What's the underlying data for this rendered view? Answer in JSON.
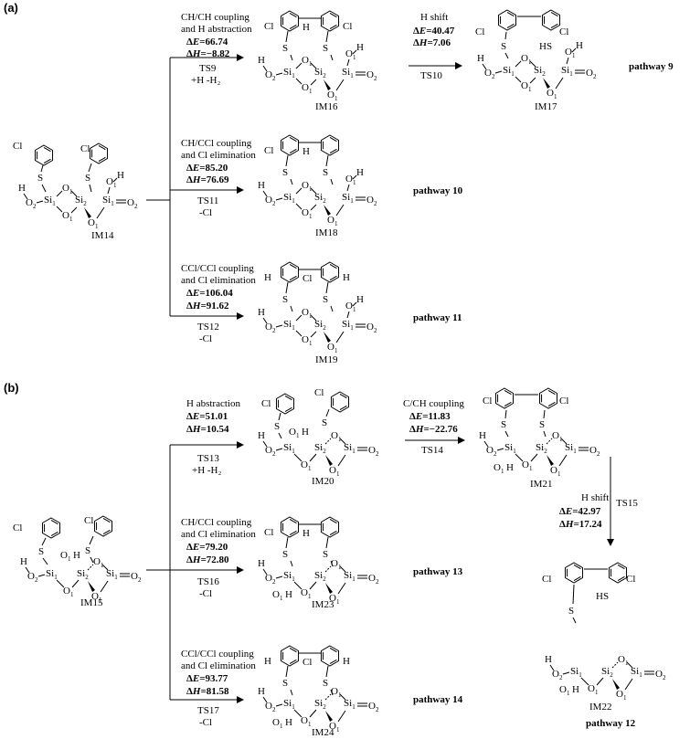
{
  "panels": {
    "a": "(a)",
    "b": "(b)"
  },
  "atoms": {
    "S": "S",
    "Cl": "Cl",
    "H": "H",
    "HS": "HS",
    "O": "O",
    "Si": "Si",
    "sub1": "1",
    "sub2": "2"
  },
  "a": {
    "start": "IM14",
    "steps": [
      {
        "l1": "CH/CH coupling",
        "l2": "and H abstraction",
        "dE": "66.74",
        "dH": "−8.82",
        "ts": "TS9",
        "note": "+H  -H₂",
        "im": "IM16"
      },
      {
        "l1": "H shift",
        "dE": "40.47",
        "dH": "7.06",
        "ts": "TS10",
        "im": "IM17",
        "path": "pathway 9"
      },
      {
        "l1": "CH/CCl coupling",
        "l2": "and Cl elimination",
        "dE": "85.20",
        "dH": "76.69",
        "ts": "TS11",
        "note": "-Cl",
        "im": "IM18",
        "path": "pathway 10"
      },
      {
        "l1": "CCl/CCl coupling",
        "l2": "and Cl elimination",
        "dE": "106.04",
        "dH": "91.62",
        "ts": "TS12",
        "note": "-Cl",
        "im": "IM19",
        "path": "pathway 11"
      }
    ]
  },
  "b": {
    "start": "IM15",
    "steps": [
      {
        "l1": "H abstraction",
        "dE": "51.01",
        "dH": "10.54",
        "ts": "TS13",
        "note": "+H  -H₂",
        "im": "IM20"
      },
      {
        "l1": "C/CH coupling",
        "dE": "11.83",
        "dH": "−22.76",
        "ts": "TS14",
        "im": "IM21"
      },
      {
        "l1": "H shift",
        "dE": "42.97",
        "dH": "17.24",
        "ts": "TS15",
        "im": "IM22",
        "path": "pathway 12"
      },
      {
        "l1": "CH/CCl coupling",
        "l2": "and Cl elimination",
        "dE": "79.20",
        "dH": "72.80",
        "ts": "TS16",
        "note": "-Cl",
        "im": "IM23",
        "path": "pathway 13"
      },
      {
        "l1": "CCl/CCl coupling",
        "l2": "and Cl elimination",
        "dE": "93.77",
        "dH": "81.58",
        "ts": "TS17",
        "note": "-Cl",
        "im": "IM24",
        "path": "pathway 14"
      }
    ]
  }
}
